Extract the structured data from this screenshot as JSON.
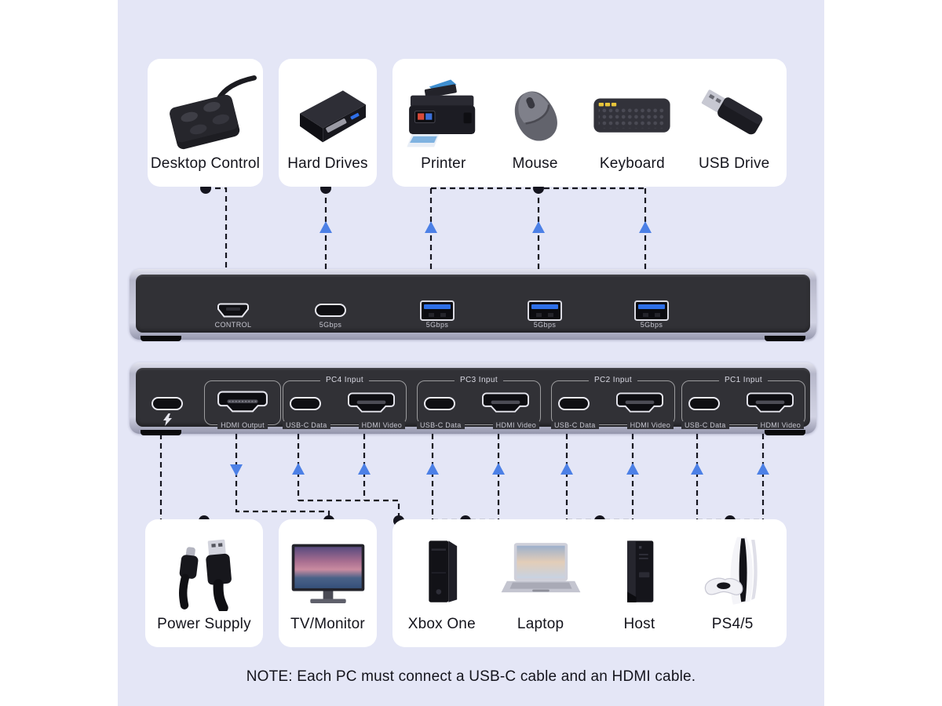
{
  "colors": {
    "canvas_background": "#e4e6f6",
    "card_white": "#ffffff",
    "arrow_blue": "#4c80e6",
    "usb_port_blue": "#2e6fe8",
    "line_dark": "#15151f"
  },
  "top_row": {
    "desktop_control": {
      "label": "Desktop Control",
      "icon": "desktop-control-remote"
    },
    "hard_drives": {
      "label": "Hard Drives",
      "icon": "hard-drive-enclosure"
    },
    "peripherals": {
      "items": [
        {
          "label": "Printer",
          "icon": "printer"
        },
        {
          "label": "Mouse",
          "icon": "mouse"
        },
        {
          "label": "Keyboard",
          "icon": "keyboard"
        },
        {
          "label": "USB Drive",
          "icon": "usb-flash-drive"
        }
      ]
    }
  },
  "switch_front": {
    "ports": [
      {
        "type": "mini-usb",
        "label": "CONTROL"
      },
      {
        "type": "usb-c",
        "label": "5Gbps"
      },
      {
        "type": "usb-a",
        "label": "5Gbps"
      },
      {
        "type": "usb-a",
        "label": "5Gbps"
      },
      {
        "type": "usb-a",
        "label": "5Gbps"
      }
    ]
  },
  "switch_back": {
    "power_port": {
      "type": "usb-c",
      "icon": "lightning-bolt"
    },
    "hdmi_output": {
      "type": "hdmi",
      "label": "HDMI Output"
    },
    "pc_groups": [
      {
        "title": "PC4 Input",
        "usb_label": "USB-C Data",
        "hdmi_label": "HDMI Video"
      },
      {
        "title": "PC3 Input",
        "usb_label": "USB-C Data",
        "hdmi_label": "HDMI Video"
      },
      {
        "title": "PC2 Input",
        "usb_label": "USB-C Data",
        "hdmi_label": "HDMI Video"
      },
      {
        "title": "PC1 Input",
        "usb_label": "USB-C Data",
        "hdmi_label": "HDMI Video"
      }
    ]
  },
  "bottom_row": {
    "power_supply": {
      "label": "Power Supply",
      "icon": "usb-power-cable"
    },
    "tv_monitor": {
      "label": "TV/Monitor",
      "icon": "monitor"
    },
    "pc_devices": {
      "items": [
        {
          "label": "Xbox One",
          "icon": "xbox-console"
        },
        {
          "label": "Laptop",
          "icon": "laptop"
        },
        {
          "label": "Host",
          "icon": "desktop-tower"
        },
        {
          "label": "PS4/5",
          "icon": "playstation-console"
        }
      ]
    }
  },
  "note": "NOTE: Each PC must connect a USB-C cable and an HDMI cable."
}
